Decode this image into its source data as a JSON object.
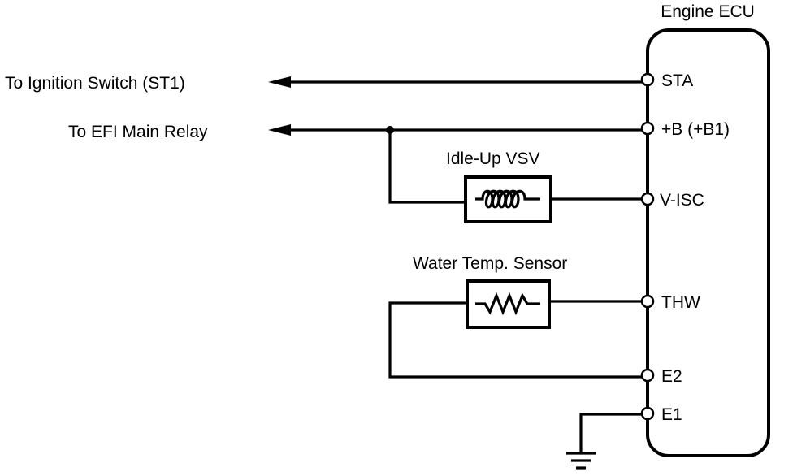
{
  "ecu": {
    "title": "Engine ECU"
  },
  "terminals": [
    {
      "id": "sta",
      "label": "STA"
    },
    {
      "id": "b",
      "label": "+B (+B1)"
    },
    {
      "id": "visc",
      "label": "V-ISC"
    },
    {
      "id": "thw",
      "label": "THW"
    },
    {
      "id": "e2",
      "label": "E2"
    },
    {
      "id": "e1",
      "label": "E1"
    }
  ],
  "destinations": {
    "ignition": "To Ignition Switch (ST1)",
    "efi": "To EFI Main Relay"
  },
  "components": {
    "vsv": "Idle-Up VSV",
    "sensor": "Water Temp. Sensor"
  }
}
